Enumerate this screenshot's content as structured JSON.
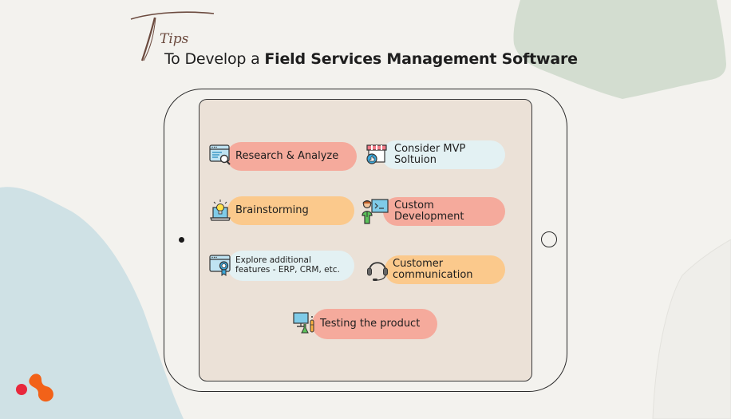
{
  "header": {
    "script_word": "Tips",
    "subtitle_light": "To Develop a ",
    "subtitle_bold": "Field Services Management Software"
  },
  "colors": {
    "background": "#f3f2ee",
    "screen": "#ebe1d7",
    "pill_salmon": "#f5aa9c",
    "pill_orange": "#fbc98c",
    "pill_lightblue": "#e3f1f3",
    "blob_green": "#d3ddd0",
    "blob_blue": "#cfe1e5",
    "logo_orange": "#f26219",
    "logo_red": "#e8283c"
  },
  "tips": [
    {
      "id": "research",
      "label": "Research & Analyze",
      "icon": "research-browser-search-icon",
      "color": "salmon"
    },
    {
      "id": "mvp",
      "label_line1": "Consider MVP",
      "label_line2": "Soltuion",
      "icon": "store-thumbs-up-icon",
      "color": "lightblue"
    },
    {
      "id": "brainstorm",
      "label": "Brainstorming",
      "icon": "laptop-lightbulb-icon",
      "color": "orange"
    },
    {
      "id": "custom",
      "label_line1": "Custom",
      "label_line2": "Development",
      "icon": "developer-terminal-icon",
      "color": "salmon"
    },
    {
      "id": "explore",
      "label_line1": "Explore additional",
      "label_line2": "features - ERP, CRM, etc.",
      "icon": "browser-badge-icon",
      "color": "lightblue"
    },
    {
      "id": "customer",
      "label_line1": "Customer",
      "label_line2": "communication",
      "icon": "headset-icon",
      "color": "orange"
    },
    {
      "id": "testing",
      "label": "Testing the product",
      "icon": "monitor-flask-icon",
      "color": "salmon"
    }
  ]
}
